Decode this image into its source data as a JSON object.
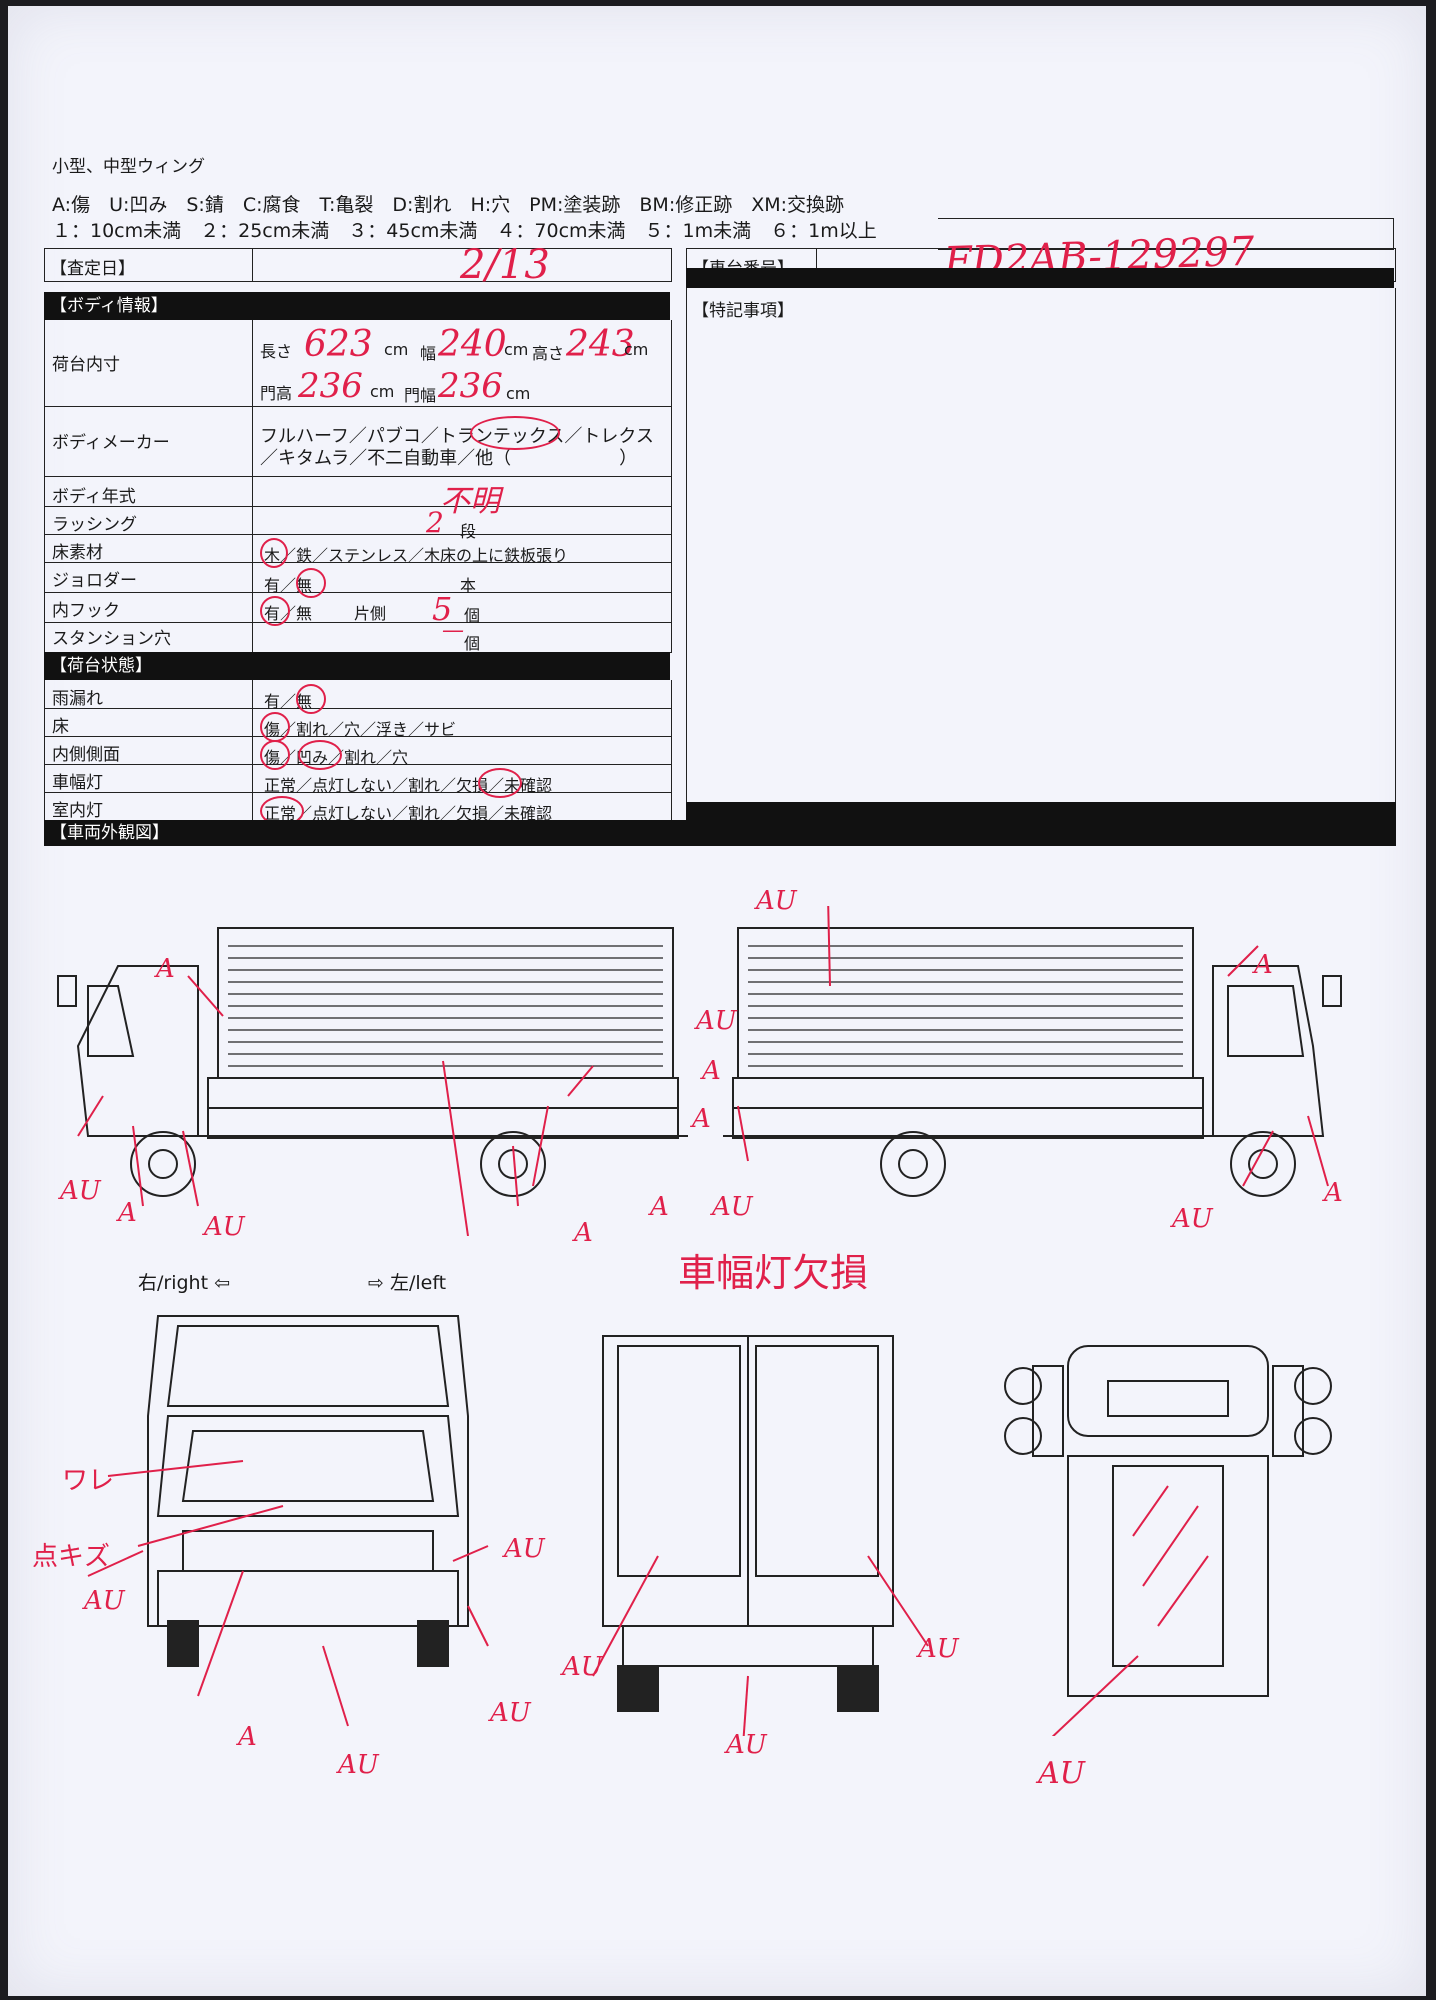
{
  "header": {
    "type_title": "小型、中型ウィング",
    "damage_legend": "A:傷　U:凹み　S:錆　C:腐食　T:亀裂　D:割れ　H:穴　PM:塗装跡　BM:修正跡　XM:交換跡",
    "size_legend": "１：10cm未満　２：25cm未満　３：45cm未満　４：70cm未満　５：1m未満　６：1m以上"
  },
  "top": {
    "inspection_date_label": "【査定日】",
    "inspection_date_value": "2/13",
    "chassis_label": "【車台番号】",
    "chassis_value": "FD2AB-129297"
  },
  "body_info": {
    "section_title": "【ボディ情報】",
    "cargo_label": "荷台内寸",
    "length_label": "長さ",
    "length_value": "623",
    "cm1": "cm",
    "width_label": "幅",
    "width_value": "240",
    "cm2": "cm",
    "height_label": "高さ",
    "height_value": "243",
    "cm3": "cm",
    "door_height_label": "門高",
    "door_height_value": "236",
    "cm4": "cm",
    "door_width_label": "門幅",
    "door_width_value": "236",
    "cm5": "cm",
    "maker_label": "ボディメーカー",
    "maker_options_1": "フルハーフ／パブコ／トランテックス／トレクス",
    "maker_options_2": "／キタムラ／不二自動車／他（　　　　　　）",
    "year_label": "ボディ年式",
    "year_value": "不明",
    "lashing_label": "ラッシング",
    "lashing_value": "2",
    "lashing_unit": "段",
    "floor_label": "床素材",
    "floor_options": "木／鉄／ステンレス／木床の上に鉄板張り",
    "jorder_label": "ジョロダー",
    "jorder_options": "有／無",
    "jorder_unit": "本",
    "hook_label": "内フック",
    "hook_options": "有／無",
    "hook_side": "片側",
    "hook_value": "5",
    "hook_unit": "個",
    "station_label": "スタンション穴",
    "station_value": "—",
    "station_unit": "個"
  },
  "cargo_state": {
    "section_title": "【荷台状態】",
    "leak_label": "雨漏れ",
    "leak_options": "有／無",
    "floor_label": "床",
    "floor_options": "傷／割れ／穴／浮き／サビ",
    "inner_label": "内側側面",
    "inner_options": "傷／凹み／割れ／穴",
    "marker_label": "車幅灯",
    "marker_options": "正常／点灯しない／割れ／欠損／未確認",
    "room_label": "室内灯",
    "room_options": "正常／点灯しない／割れ／欠損／未確認"
  },
  "special": {
    "section_title": "【特記事項】"
  },
  "exterior": {
    "section_title": "【車両外観図】",
    "right_label": "右/right ⇦",
    "left_label": "⇨ 左/left",
    "marker_note": "車幅灯欠損",
    "crack_note": "ワレ",
    "chip_note": "点キズ"
  },
  "marks": {
    "a": "A",
    "au": "AU"
  }
}
